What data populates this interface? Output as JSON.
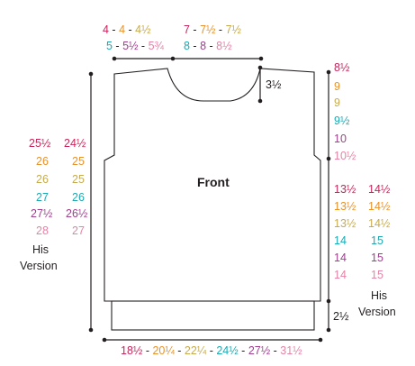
{
  "colors": {
    "size1": "#c8245a",
    "size2": "#e8922a",
    "size3": "#c6ab4e",
    "size4": "#1aaab3",
    "size5": "#9e3e8e",
    "size6": "#e583a6",
    "ink": "#231f20"
  },
  "label": "Front",
  "top_left": {
    "row1": [
      "4",
      "4",
      "4½"
    ],
    "row2": [
      "5",
      "5½",
      "5¾"
    ]
  },
  "top_right": {
    "row1": [
      "7",
      "7½",
      "7½"
    ],
    "row2": [
      "8",
      "8",
      "8½"
    ]
  },
  "neck_depth": "3½",
  "armhole_depth": [
    "8½",
    "9",
    "9",
    "9½",
    "10",
    "10½"
  ],
  "length_left": {
    "col1": [
      "25½",
      "26",
      "26",
      "27",
      "27½",
      "28"
    ],
    "col2": [
      "24½",
      "25",
      "25",
      "26",
      "26½",
      "27"
    ],
    "caption_line1": "His",
    "caption_line2": "Version"
  },
  "side_right": {
    "col1": [
      "13½",
      "13½",
      "13½",
      "14",
      "14",
      "14"
    ],
    "col2": [
      "14½",
      "14½",
      "14½",
      "15",
      "15",
      "15"
    ],
    "caption_line1": "His",
    "caption_line2": "Version"
  },
  "ribbing": "2½",
  "bottom_width": [
    "18½",
    "20¼",
    "22¼",
    "24½",
    "27½",
    "31½"
  ]
}
